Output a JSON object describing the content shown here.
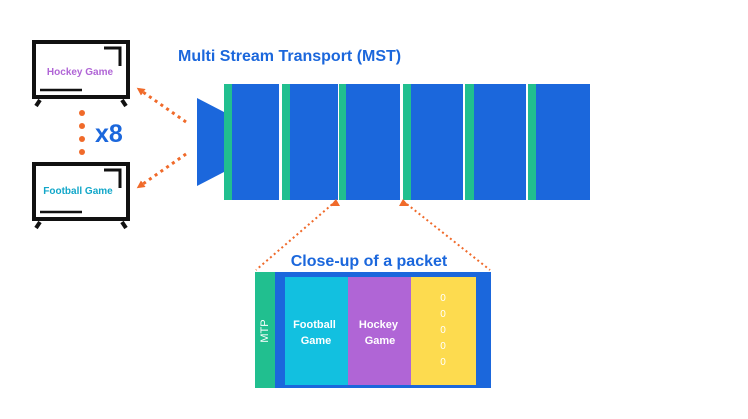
{
  "title": "Multi Stream Transport (MST)",
  "tv_top": {
    "label": "Hockey Game"
  },
  "tv_bottom": {
    "label": "Football Game"
  },
  "multiplier": "x8",
  "closeup": {
    "title": "Close-up of a packet",
    "mtp_label": "MTP",
    "segments": [
      {
        "label_line1": "Football",
        "label_line2": "Game",
        "color": "#12c0e0"
      },
      {
        "label_line1": "Hockey",
        "label_line2": "Game",
        "color": "#b065d6"
      }
    ],
    "padding_values": [
      "0",
      "0",
      "0",
      "0",
      "0"
    ],
    "padding_color": "#fddb4f",
    "mtp_color": "#21bf8f"
  },
  "colors": {
    "stream_blue": "#1b67dc",
    "separator_green": "#21bf8f",
    "arrow_orange": "#f06a2a",
    "title_blue": "#1b67dc",
    "hockey_text": "#b065d6",
    "football_text": "#12a7c9"
  }
}
